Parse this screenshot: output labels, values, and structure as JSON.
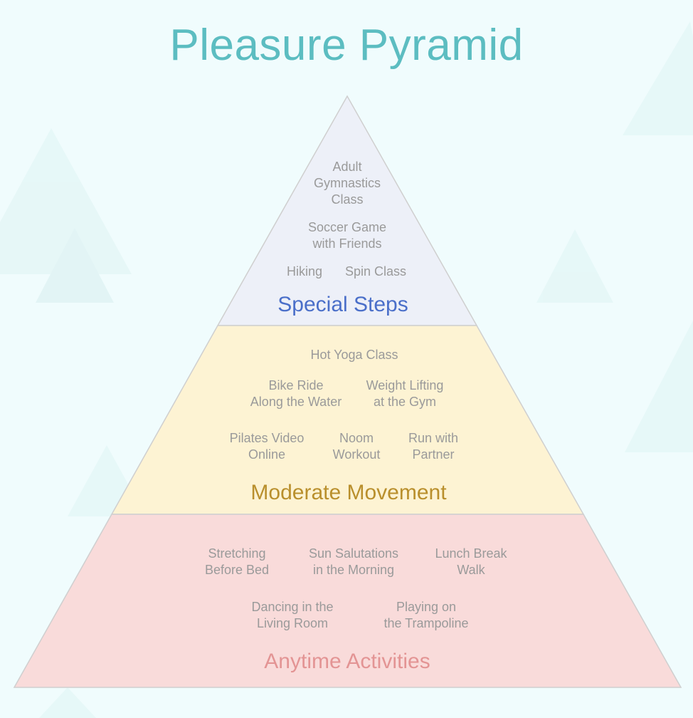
{
  "title": "Pleasure Pyramid",
  "colors": {
    "title": "#5cbdc1",
    "background": "#f0fcfd",
    "tier_top_fill": "#edf0f8",
    "tier_middle_fill": "#fdf3d3",
    "tier_bottom_fill": "#f9dbda"
  },
  "tiers": [
    {
      "label": "Special Steps",
      "items": [
        "Adult\nGymnastics\nClass",
        "Soccer Game\nwith Friends",
        "Hiking",
        "Spin Class"
      ]
    },
    {
      "label": "Moderate Movement",
      "items": [
        "Hot Yoga Class",
        "Bike Ride\nAlong the Water",
        "Weight Lifting\nat the Gym",
        "Pilates Video\nOnline",
        "Noom\nWorkout",
        "Run with\nPartner"
      ]
    },
    {
      "label": "Anytime Activities",
      "items": [
        "Stretching\nBefore Bed",
        "Sun Salutations\nin the Morning",
        "Lunch Break\nWalk",
        "Dancing in the\nLiving Room",
        "Playing on\nthe Trampoline"
      ]
    }
  ]
}
